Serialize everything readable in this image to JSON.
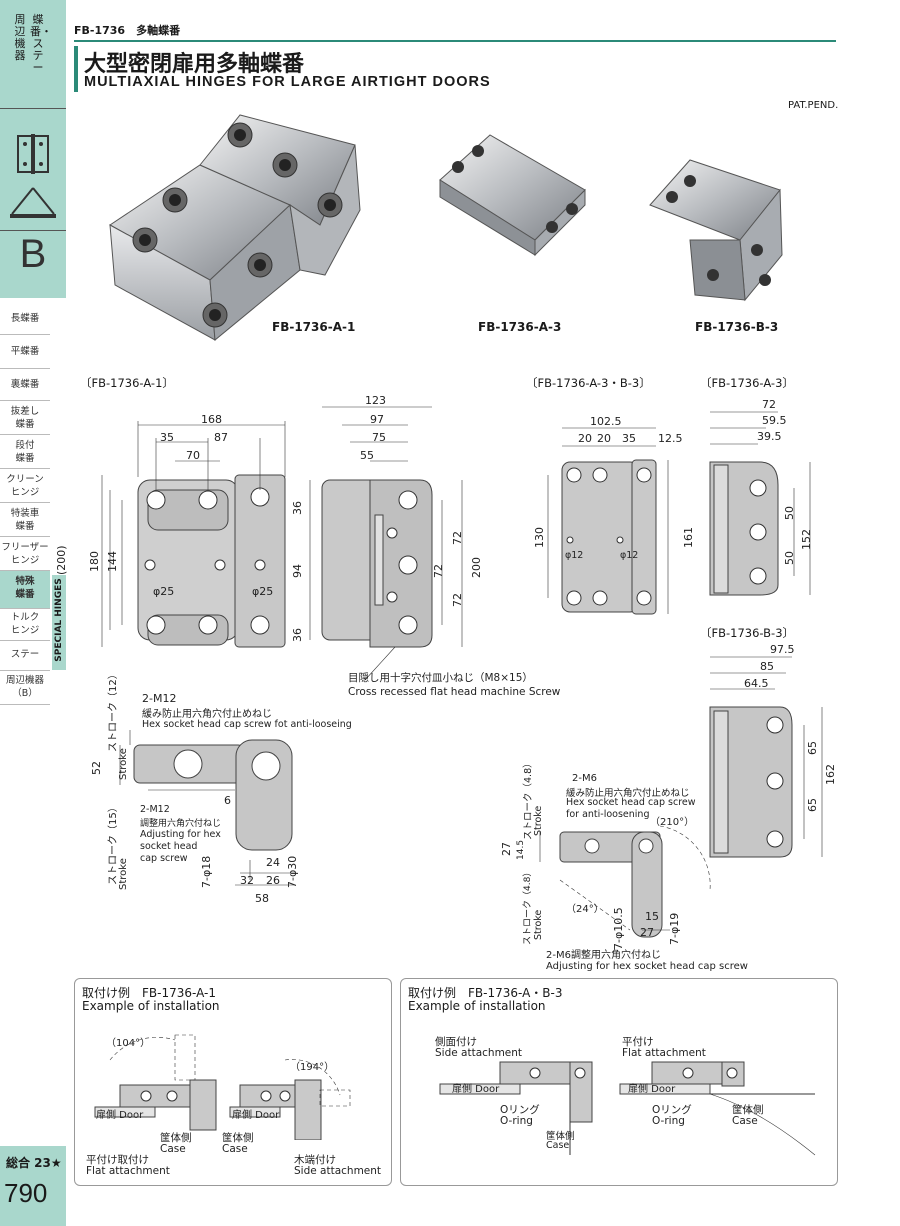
{
  "sidebar": {
    "category_top": [
      "蝶番・ステー",
      "周辺機器"
    ],
    "letter": "B",
    "items": [
      {
        "label": "長蝶番"
      },
      {
        "label": "平蝶番"
      },
      {
        "label": "裏蝶番"
      },
      {
        "label": "抜差し\n蝶番"
      },
      {
        "label": "段付\n蝶番"
      },
      {
        "label": "クリーン\nヒンジ"
      },
      {
        "label": "特装車\n蝶番"
      },
      {
        "label": "フリーザー\nヒンジ"
      },
      {
        "label": "特殊\n蝶番"
      },
      {
        "label": "トルク\nヒンジ"
      },
      {
        "label": "ステー"
      },
      {
        "label": "周辺機器\n（B）"
      }
    ],
    "special_label": "SPECIAL HINGES",
    "page_ref": "総合 23★",
    "page_number": "790"
  },
  "header": {
    "code": "FB-1736　多軸蝶番",
    "title_ja": "大型密閉扉用多軸蝶番",
    "title_en": "MULTIAXIAL HINGES FOR LARGE AIRTIGHT DOORS",
    "pat": "PAT.PEND."
  },
  "products": [
    "FB-1736-A-1",
    "FB-1736-A-3",
    "FB-1736-B-3"
  ],
  "drawings": {
    "a1": {
      "section": "〔FB-1736-A-1〕",
      "dims_front": [
        "168",
        "35",
        "87",
        "70",
        "(200)",
        "180",
        "144",
        "φ25",
        "φ25"
      ],
      "dims_side": [
        "123",
        "97",
        "75",
        "55",
        "36",
        "94",
        "36",
        "72",
        "72",
        "72",
        "200"
      ],
      "screw_note_ja": "目隠し用十字穴付皿小ねじ（M8×15）",
      "screw_note_en": "Cross recessed flat head machine Screw",
      "section_notes": {
        "m12": "2-M12",
        "m12_ja": "緩み防止用六角穴付止めねじ",
        "m12_en": "Hex socket head cap screw fot anti-looseing",
        "stroke_top": "ストローク（12）",
        "stroke_en": "Stroke",
        "dim52": "52",
        "dim6": "6",
        "adj": "2-M12",
        "adj_ja": "調整用六角穴付ねじ",
        "adj_en1": "Adjusting for hex",
        "adj_en2": "socket head",
        "adj_en3": "cap screw",
        "stroke_bottom": "ストローク（15）",
        "phi18": "7-φ18",
        "phi30": "7-φ30",
        "d24": "24",
        "d32": "32",
        "d26": "26",
        "d58": "58"
      }
    },
    "a3b3": {
      "section": "〔FB-1736-A-3・B-3〕",
      "dims": [
        "102.5",
        "20",
        "20",
        "35",
        "12.5",
        "130",
        "161",
        "φ12",
        "φ12"
      ]
    },
    "a3": {
      "section": "〔FB-1736-A-3〕",
      "dims": [
        "72",
        "59.5",
        "39.5",
        "50",
        "50",
        "152"
      ]
    },
    "b3": {
      "section": "〔FB-1736-B-3〕",
      "dims": [
        "97.5",
        "85",
        "64.5",
        "65",
        "65",
        "162"
      ]
    },
    "m6": {
      "m6": "2-M6",
      "m6_ja": "緩み防止用六角穴付止めねじ",
      "m6_en1": "Hex socket head cap screw",
      "m6_en2": "for anti-loosening",
      "stroke1": "ストローク（4.8）",
      "stroke_en": "Stroke",
      "angle210": "（210°）",
      "d27": "27",
      "d145": "14.5",
      "stroke2": "ストローク（4.8）",
      "angle24": "（24°）",
      "phi105": "7-φ10.5",
      "phi19": "7-φ19",
      "d15": "15",
      "d27b": "27",
      "adj_ja": "2-M6調整用六角穴付ねじ",
      "adj_en": "Adjusting for hex socket head cap screw"
    }
  },
  "installation": {
    "left": {
      "title_ja": "取付け例　FB-1736-A-1",
      "title_en": "Example of installation",
      "angle1": "（104°）",
      "angle2": "（194°）",
      "door": "扉側 Door",
      "case_ja": "筐体側",
      "case_en": "Case",
      "flat_ja": "平付け取付け",
      "flat_en": "Flat attachment",
      "side_ja": "木端付け",
      "side_en": "Side attachment"
    },
    "right": {
      "title_ja": "取付け例　FB-1736-A・B-3",
      "title_en": "Example of installation",
      "side_ja": "側面付け",
      "side_en": "Side attachment",
      "flat_ja": "平付け",
      "flat_en": "Flat attachment",
      "door": "扉側 Door",
      "oring_ja": "Oリング",
      "oring_en": "O-ring",
      "case_ja": "筐体側",
      "case_en": "Case"
    }
  }
}
